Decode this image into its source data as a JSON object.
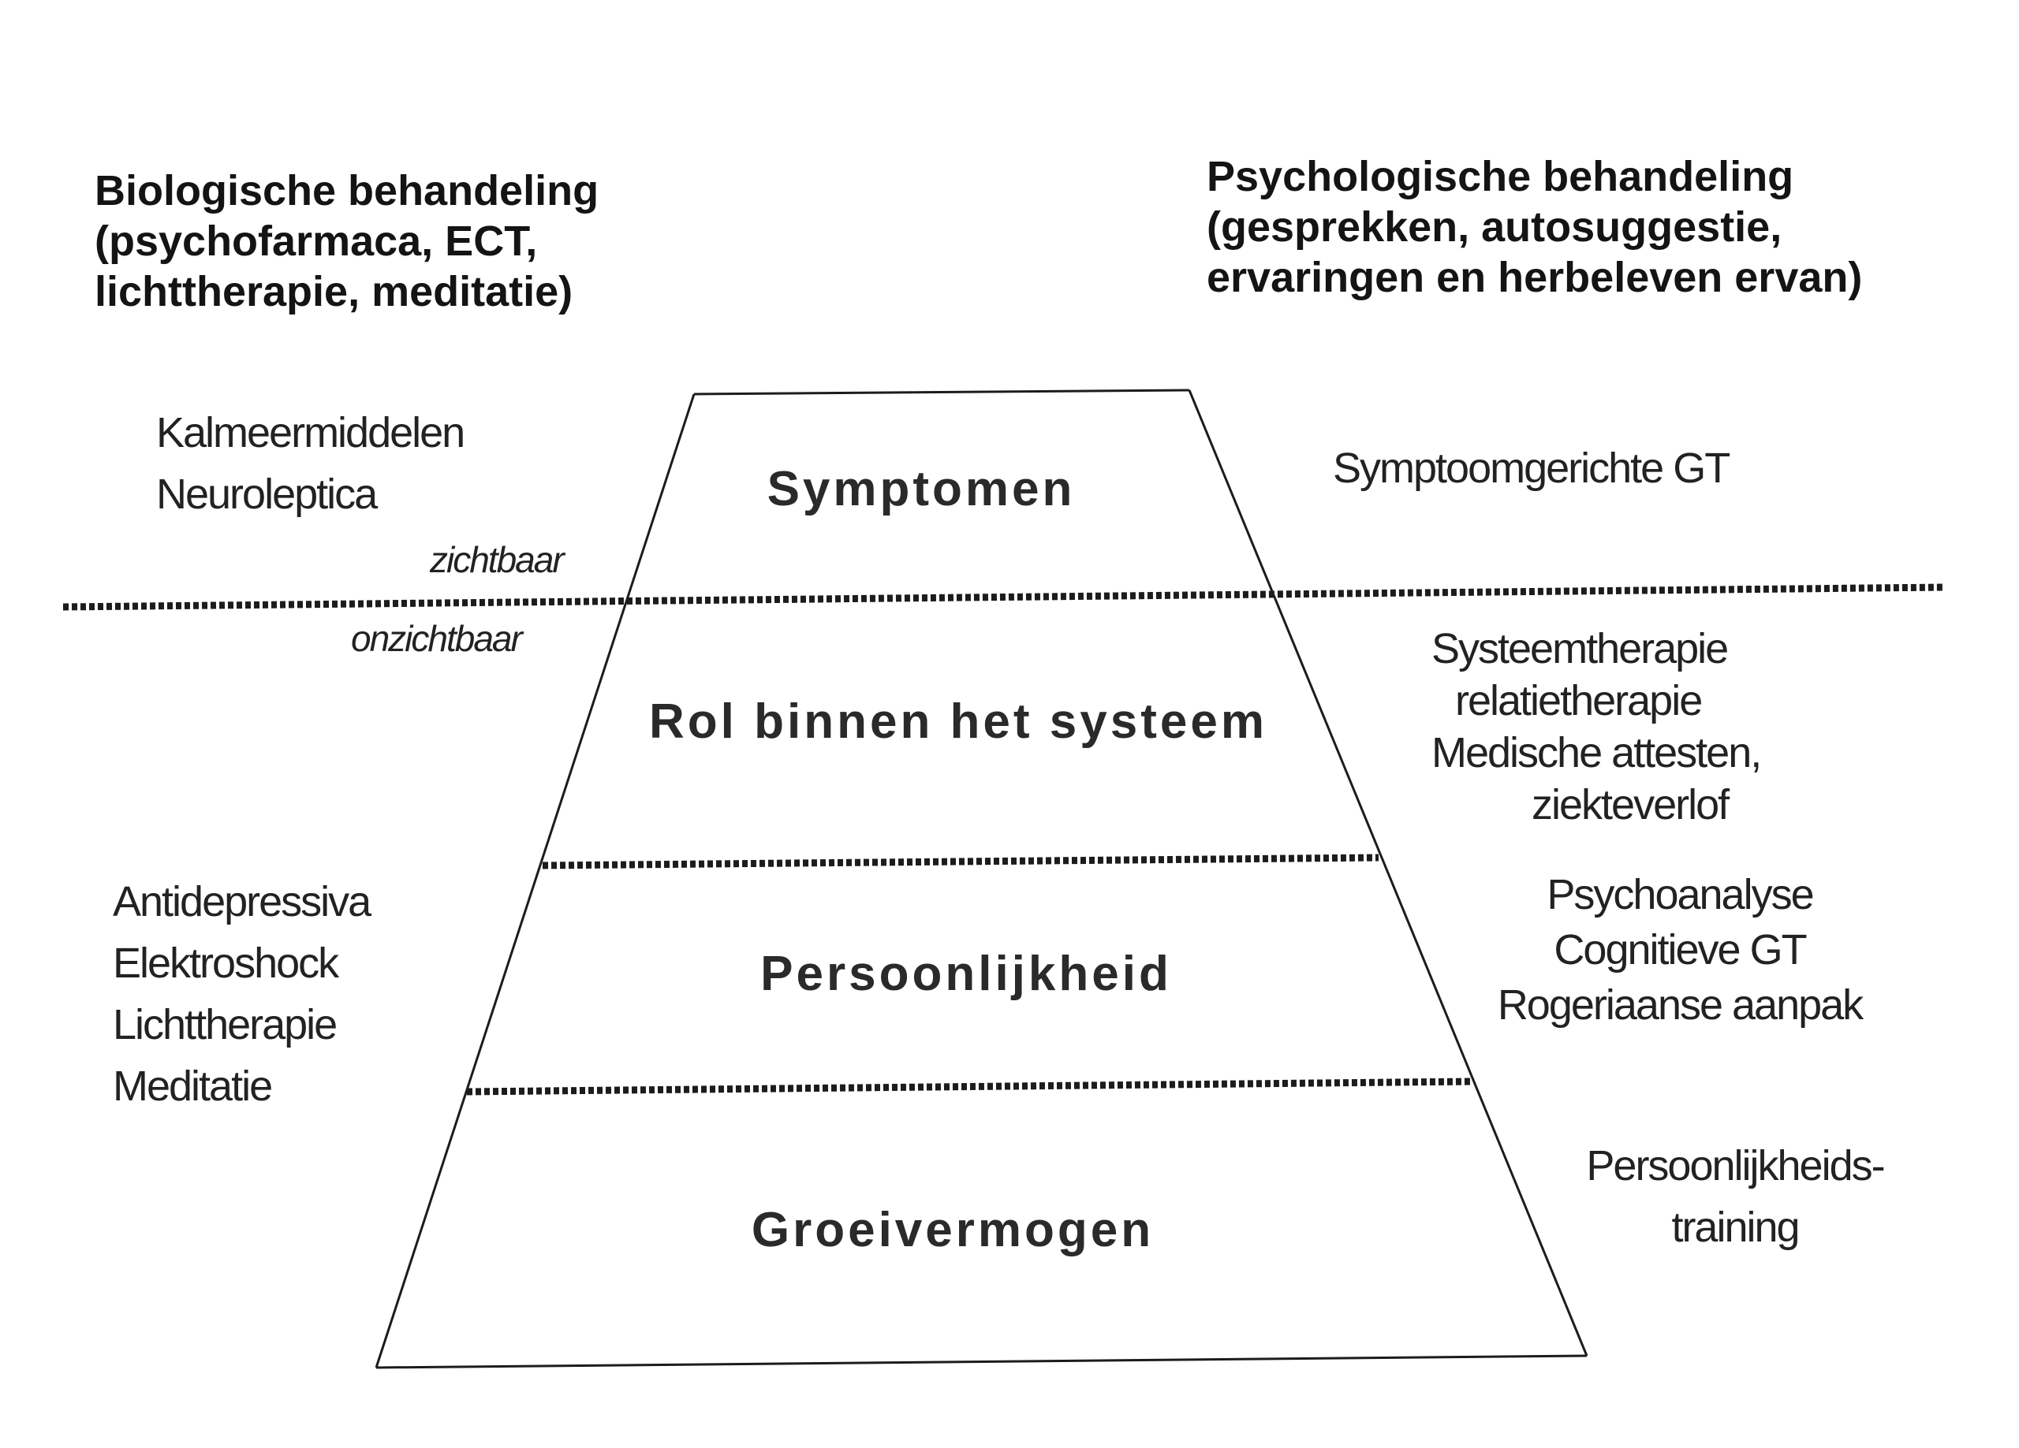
{
  "headings": {
    "left": "Biologische behandeling\n(psychofarmaca, ECT,\nlichttherapie, meditatie)",
    "right": "Psychologische behandeling\n(gesprekken, autosuggestie,\nervaringen en herbeleven ervan)"
  },
  "pyramid": {
    "levels": [
      "Symptomen",
      "Rol binnen het systeem",
      "Persoonlijkheid",
      "Groeivermogen"
    ],
    "visibility_labels": {
      "above": "zichtbaar",
      "below": "onzichtbaar"
    }
  },
  "left_treatments": {
    "top": [
      "Kalmeermiddelen",
      "Neuroleptica"
    ],
    "middle": [
      "Antidepressiva",
      "Elektroshock",
      "Lichttherapie",
      "Meditatie"
    ]
  },
  "right_treatments": {
    "symptomen": [
      "Symptoomgerichte GT"
    ],
    "systeem": [
      "Systeemtherapie",
      "relatietherapie",
      "Medische attesten,",
      "ziekteverlof"
    ],
    "persoonlijkheid": [
      "Psychoanalyse",
      "Cognitieve GT",
      "Rogeriaanse aanpak"
    ],
    "groeivermogen": [
      "Persoonlijkheids-",
      "training"
    ]
  }
}
